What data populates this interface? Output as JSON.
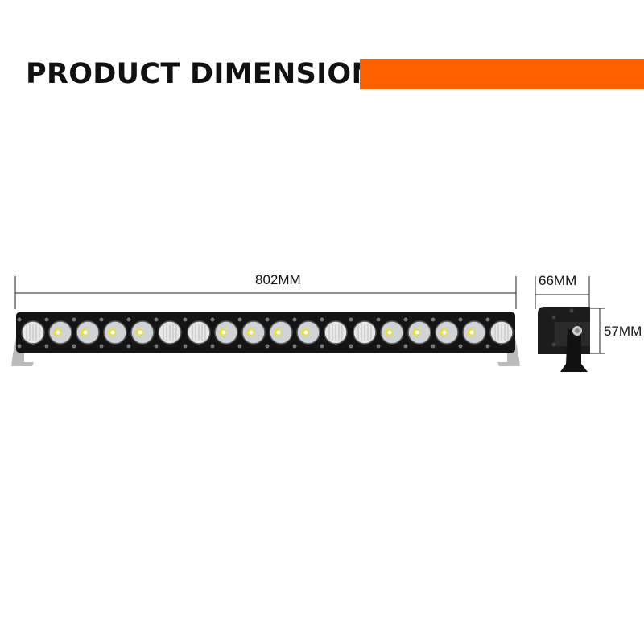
{
  "header": {
    "title": "PRODUCT DIMENSION",
    "accent_color": "#FF6000"
  },
  "dimensions": {
    "length": "802MM",
    "width": "66MM",
    "height": "57MM"
  },
  "product": {
    "lamp_pattern": [
      "flood",
      "spot",
      "spot",
      "spot",
      "spot",
      "flood",
      "flood",
      "spot",
      "spot",
      "spot",
      "spot",
      "flood",
      "flood",
      "spot",
      "spot",
      "spot",
      "spot",
      "flood"
    ]
  }
}
